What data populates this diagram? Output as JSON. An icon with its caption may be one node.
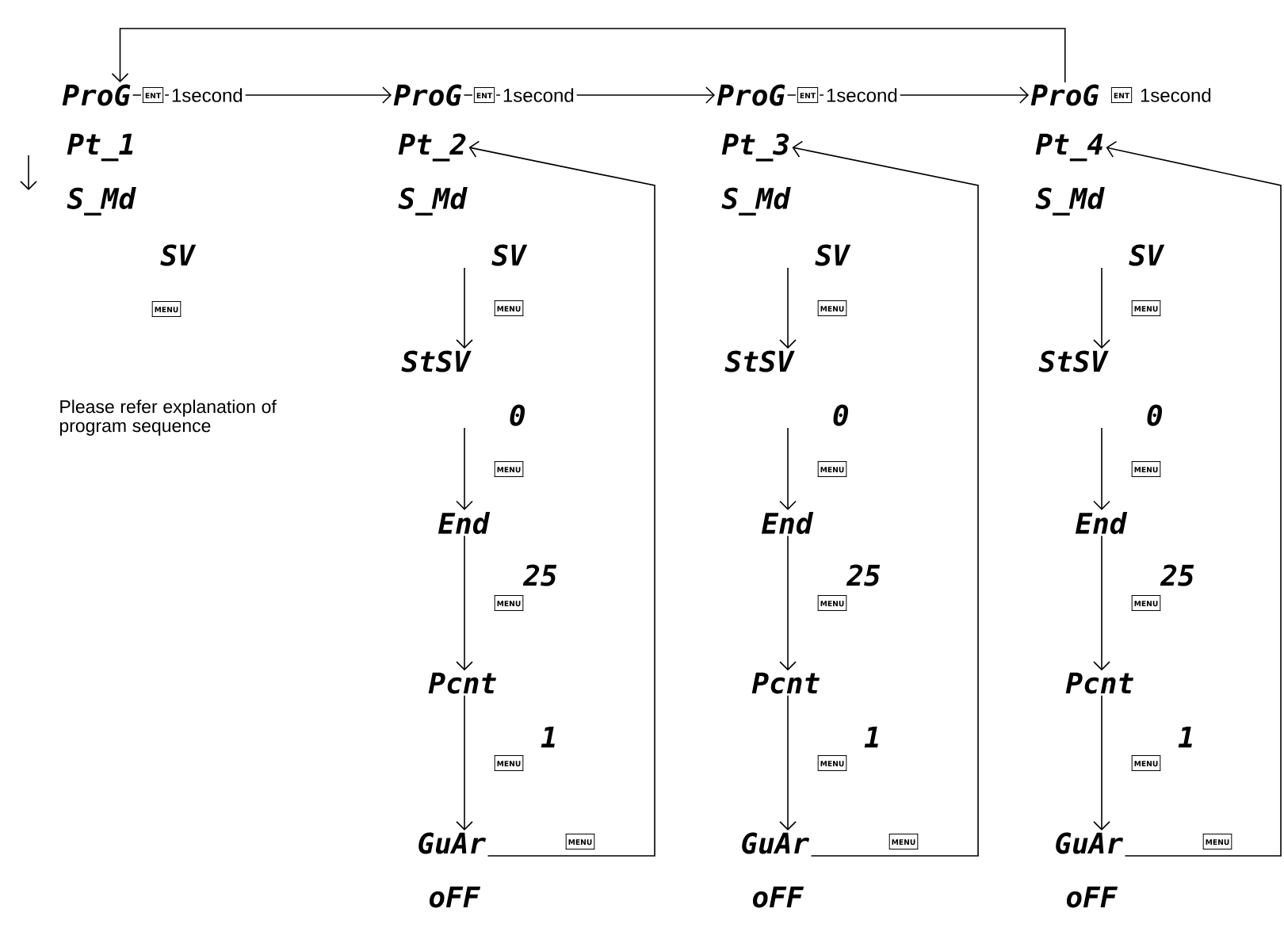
{
  "diagram": {
    "nodes": [
      {
        "text": [
          "ProG"
        ],
        "beside": [
          "ENT",
          "1second"
        ]
      },
      {
        "text": [
          "Pt_1"
        ]
      },
      {
        "text": [
          "S_Md"
        ]
      },
      {
        "text": [
          "SV"
        ]
      },
      {
        "text": [
          "ProG"
        ],
        "beside": [
          "ENT",
          "1second"
        ]
      },
      {
        "text": [
          "Pt_2"
        ]
      },
      {
        "text": [
          "S_Md"
        ]
      },
      {
        "text": [
          "SV"
        ]
      },
      {
        "text": [
          "StSV"
        ]
      },
      {
        "text": [
          "0"
        ]
      },
      {
        "text": [
          "End"
        ]
      },
      {
        "text": [
          "25"
        ]
      },
      {
        "text": [
          "Pcnt"
        ]
      },
      {
        "text": [
          "1"
        ]
      },
      {
        "text": [
          "GuAr"
        ]
      },
      {
        "text": [
          "oFF"
        ]
      },
      {
        "text": [
          "ProG"
        ],
        "beside": [
          "ENT",
          "1second"
        ]
      },
      {
        "text": [
          "Pt_3"
        ]
      },
      {
        "text": [
          "S_Md"
        ]
      },
      {
        "text": [
          "SV"
        ]
      },
      {
        "text": [
          "StSV"
        ]
      },
      {
        "text": [
          "0"
        ]
      },
      {
        "text": [
          "End"
        ]
      },
      {
        "text": [
          "25"
        ]
      },
      {
        "text": [
          "Pcnt"
        ]
      },
      {
        "text": [
          "1"
        ]
      },
      {
        "text": [
          "GuAr"
        ]
      },
      {
        "text": [
          "oFF"
        ]
      },
      {
        "text": [
          "ProG"
        ],
        "beside": [
          "ENT",
          "1second"
        ]
      },
      {
        "text": [
          "Pt_4"
        ]
      },
      {
        "text": [
          "S_Md"
        ]
      },
      {
        "text": [
          "SV"
        ]
      },
      {
        "text": [
          "StSV"
        ]
      },
      {
        "text": [
          "0"
        ]
      },
      {
        "text": [
          "End"
        ]
      },
      {
        "text": [
          "25"
        ]
      },
      {
        "text": [
          "Pcnt"
        ]
      },
      {
        "text": [
          "1"
        ]
      },
      {
        "text": [
          "GuAr"
        ]
      },
      {
        "text": [
          "oFF"
        ]
      }
    ],
    "edges": [
      {
        "from": 0,
        "to": 4,
        "arrow": "to"
      },
      {
        "from": 4,
        "to": 16,
        "arrow": "to"
      },
      {
        "from": 16,
        "to": 28,
        "arrow": "to"
      },
      {
        "from": 28,
        "to": 0,
        "arrow": "to"
      },
      {
        "from": 7,
        "to": 8,
        "arrow": "to",
        "label": "MENU"
      },
      {
        "from": 9,
        "to": 10,
        "arrow": "to",
        "label": "MENU"
      },
      {
        "from": 10,
        "to": 12,
        "arrow": "to",
        "label": "MENU"
      },
      {
        "from": 12,
        "to": 14,
        "arrow": "to",
        "label": "MENU"
      },
      {
        "from": 14,
        "to": 5,
        "arrow": "to",
        "label": "MENU"
      },
      {
        "from": 19,
        "to": 20,
        "arrow": "to",
        "label": "MENU"
      },
      {
        "from": 21,
        "to": 22,
        "arrow": "to",
        "label": "MENU"
      },
      {
        "from": 22,
        "to": 24,
        "arrow": "to",
        "label": "MENU"
      },
      {
        "from": 24,
        "to": 26,
        "arrow": "to",
        "label": "MENU"
      },
      {
        "from": 26,
        "to": 17,
        "arrow": "to",
        "label": "MENU"
      },
      {
        "from": 31,
        "to": 32,
        "arrow": "to",
        "label": "MENU"
      },
      {
        "from": 33,
        "to": 34,
        "arrow": "to",
        "label": "MENU"
      },
      {
        "from": 34,
        "to": 36,
        "arrow": "to",
        "label": "MENU"
      },
      {
        "from": 36,
        "to": 38,
        "arrow": "to",
        "label": "MENU"
      },
      {
        "from": 38,
        "to": 29,
        "arrow": "to",
        "label": "MENU"
      }
    ],
    "labels": [
      "MENU",
      "Please refer explanation of program sequence"
    ]
  }
}
